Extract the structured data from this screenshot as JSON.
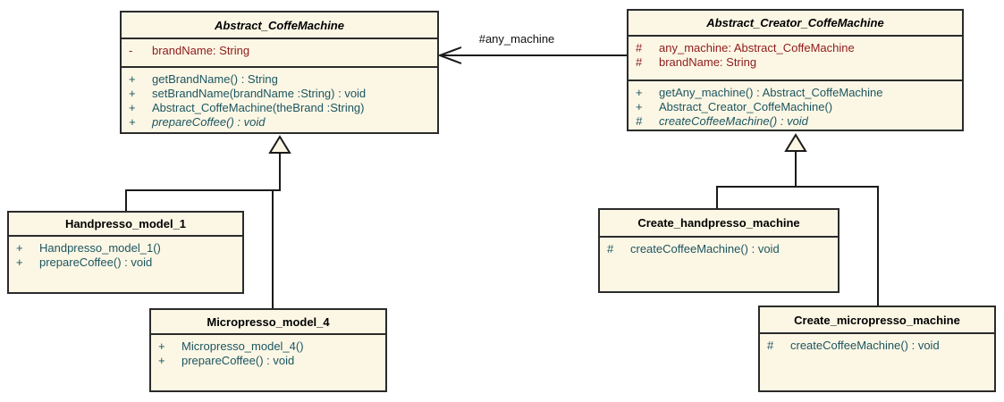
{
  "diagram": {
    "type": "uml-class-diagram",
    "background": "#FFFFFF",
    "colors": {
      "class_fill": "#FCF7E5",
      "class_border": "#2B2B2B",
      "title_text": "#000000",
      "attribute_text": "#8F1A1A",
      "operation_text": "#1C5560",
      "connector_line": "#1A1A1A"
    }
  },
  "classes": {
    "abstract_coffemachine": {
      "name": "Abstract_CoffeMachine",
      "abstract": true,
      "attributes": [
        {
          "vis": "-",
          "text": "brandName: String"
        }
      ],
      "operations": [
        {
          "vis": "+",
          "text": "getBrandName() : String"
        },
        {
          "vis": "+",
          "text": "setBrandName(brandName :String) : void"
        },
        {
          "vis": "+",
          "text": "Abstract_CoffeMachine(theBrand :String)"
        },
        {
          "vis": "+",
          "text": "prepareCoffee() : void",
          "abstract": true
        }
      ]
    },
    "abstract_creator_coffemachine": {
      "name": "Abstract_Creator_CoffeMachine",
      "abstract": true,
      "attributes": [
        {
          "vis": "#",
          "text": "any_machine: Abstract_CoffeMachine"
        },
        {
          "vis": "#",
          "text": "brandName: String"
        }
      ],
      "operations": [
        {
          "vis": "+",
          "text": "getAny_machine() : Abstract_CoffeMachine"
        },
        {
          "vis": "+",
          "text": "Abstract_Creator_CoffeMachine()"
        },
        {
          "vis": "#",
          "text": "createCoffeeMachine() : void",
          "abstract": true
        }
      ]
    },
    "handpresso_model_1": {
      "name": "Handpresso_model_1",
      "abstract": false,
      "operations": [
        {
          "vis": "+",
          "text": "Handpresso_model_1()"
        },
        {
          "vis": "+",
          "text": "prepareCoffee() : void"
        }
      ]
    },
    "micropresso_model_4": {
      "name": "Micropresso_model_4",
      "abstract": false,
      "operations": [
        {
          "vis": "+",
          "text": "Micropresso_model_4()"
        },
        {
          "vis": "+",
          "text": "prepareCoffee() : void"
        }
      ]
    },
    "create_handpresso_machine": {
      "name": "Create_handpresso_machine",
      "abstract": false,
      "operations": [
        {
          "vis": "#",
          "text": "createCoffeeMachine() : void"
        }
      ]
    },
    "create_micropresso_machine": {
      "name": "Create_micropresso_machine",
      "abstract": false,
      "operations": [
        {
          "vis": "#",
          "text": "createCoffeeMachine() : void"
        }
      ]
    }
  },
  "relations": {
    "association": {
      "label": "#any_machine",
      "from": "Abstract_Creator_CoffeMachine",
      "to": "Abstract_CoffeMachine",
      "type": "directed-association"
    },
    "generalizations": [
      {
        "from": "Handpresso_model_1",
        "to": "Abstract_CoffeMachine"
      },
      {
        "from": "Micropresso_model_4",
        "to": "Abstract_CoffeMachine"
      },
      {
        "from": "Create_handpresso_machine",
        "to": "Abstract_Creator_CoffeMachine"
      },
      {
        "from": "Create_micropresso_machine",
        "to": "Abstract_Creator_CoffeMachine"
      }
    ]
  }
}
